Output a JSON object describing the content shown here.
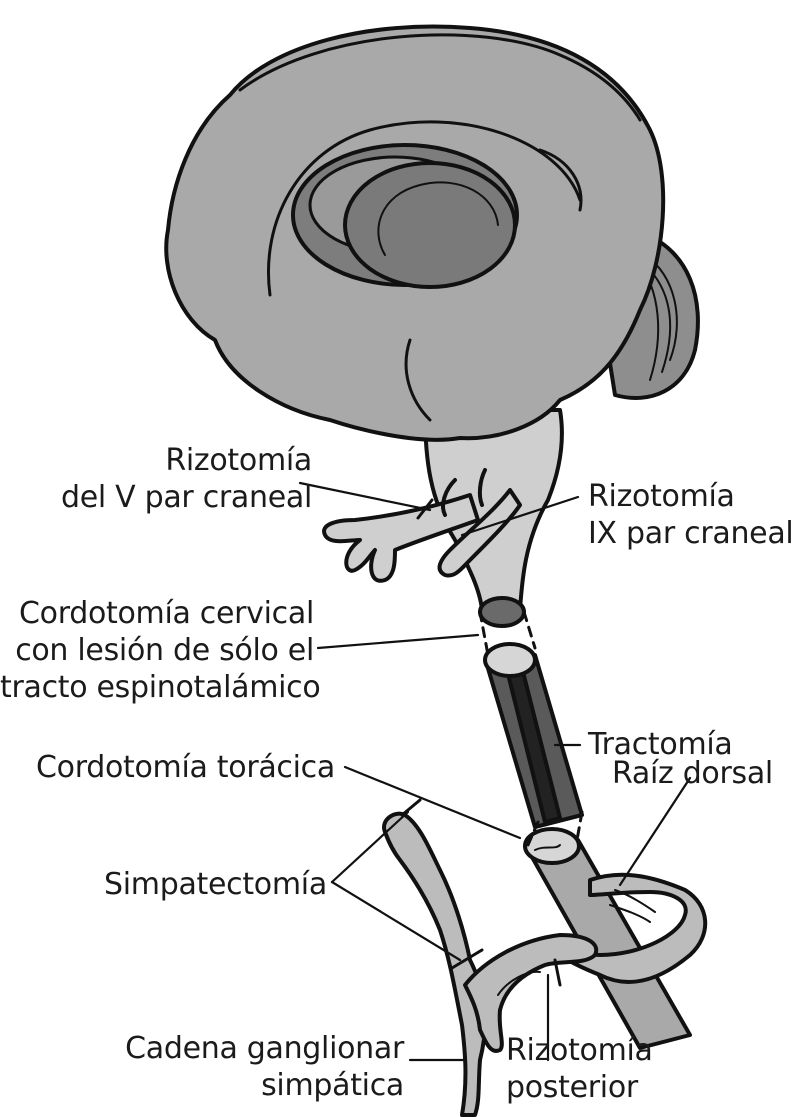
{
  "labels": {
    "rizotomia_v": {
      "line1": "Rizotomía",
      "line2": "del V par craneal"
    },
    "rizotomia_ix": {
      "line1": "Rizotomía",
      "line2": "IX par craneal"
    },
    "cordotomia_cervical": {
      "line1": "Cordotomía cervical",
      "line2": "con lesión de sólo el",
      "line3": "tracto espinotalámico"
    },
    "tractomia": "Tractomía",
    "cordotomia_toracica": "Cordotomía torácica",
    "raiz_dorsal": "Raíz dorsal",
    "simpatectomia": "Simpatectomía",
    "cadena_ganglionar": {
      "line1": "Cadena ganglionar",
      "line2": "simpática"
    },
    "rizotomia_posterior": {
      "line1": "Rizotomía",
      "line2": "posterior"
    }
  },
  "colors": {
    "tissue": "#a9a9a9",
    "tissue_light": "#cfcfcf",
    "tissue_dark": "#7d7d7d",
    "outline": "#111111"
  }
}
